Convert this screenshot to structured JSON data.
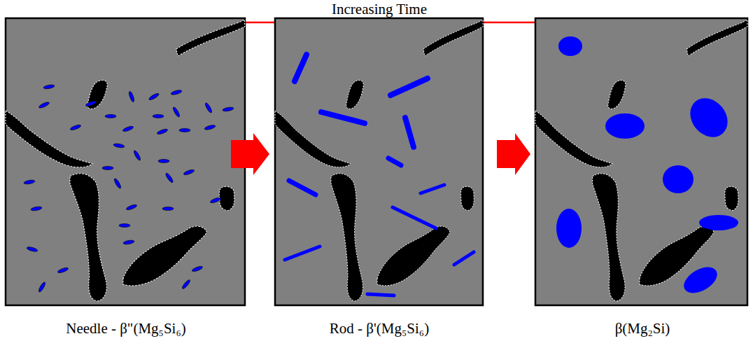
{
  "diagram": {
    "labels": [
      "Increasing Time",
      "Needle - β\"(Mg₅Si₆)",
      "Rod - β'(Mg₅Si₆)",
      "β(Mg₂Si)"
    ]
  }
}
